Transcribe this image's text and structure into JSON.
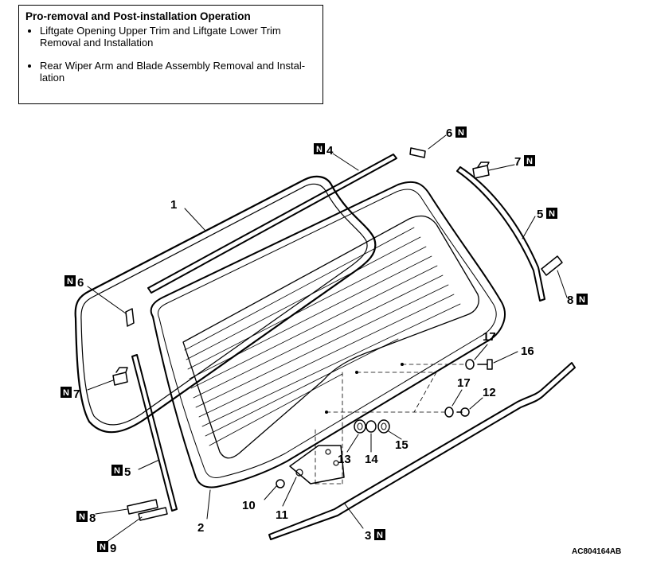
{
  "procedure": {
    "title": "Pro-removal and Post-installation Operation",
    "items": [
      "Liftgate Opening Upper Trim and Liftgate Lower Trim Removal and Installation",
      "Rear Wiper Arm and Blade Assembly Removal and Instal-lation"
    ]
  },
  "diagram": {
    "new_part_marker": "N",
    "labels": {
      "n1": "1",
      "n2": "2",
      "n3": "3",
      "n4": "4",
      "n5a": "5",
      "n5b": "5",
      "n6a": "6",
      "n6b": "6",
      "n7a": "7",
      "n7b": "7",
      "n8a": "8",
      "n8b": "8",
      "n9": "9",
      "n10": "10",
      "n11": "11",
      "n12": "12",
      "n13": "13",
      "n14": "14",
      "n15": "15",
      "n16": "16",
      "n17a": "17",
      "n17b": "17"
    },
    "figure_code": "AC804164AB"
  }
}
